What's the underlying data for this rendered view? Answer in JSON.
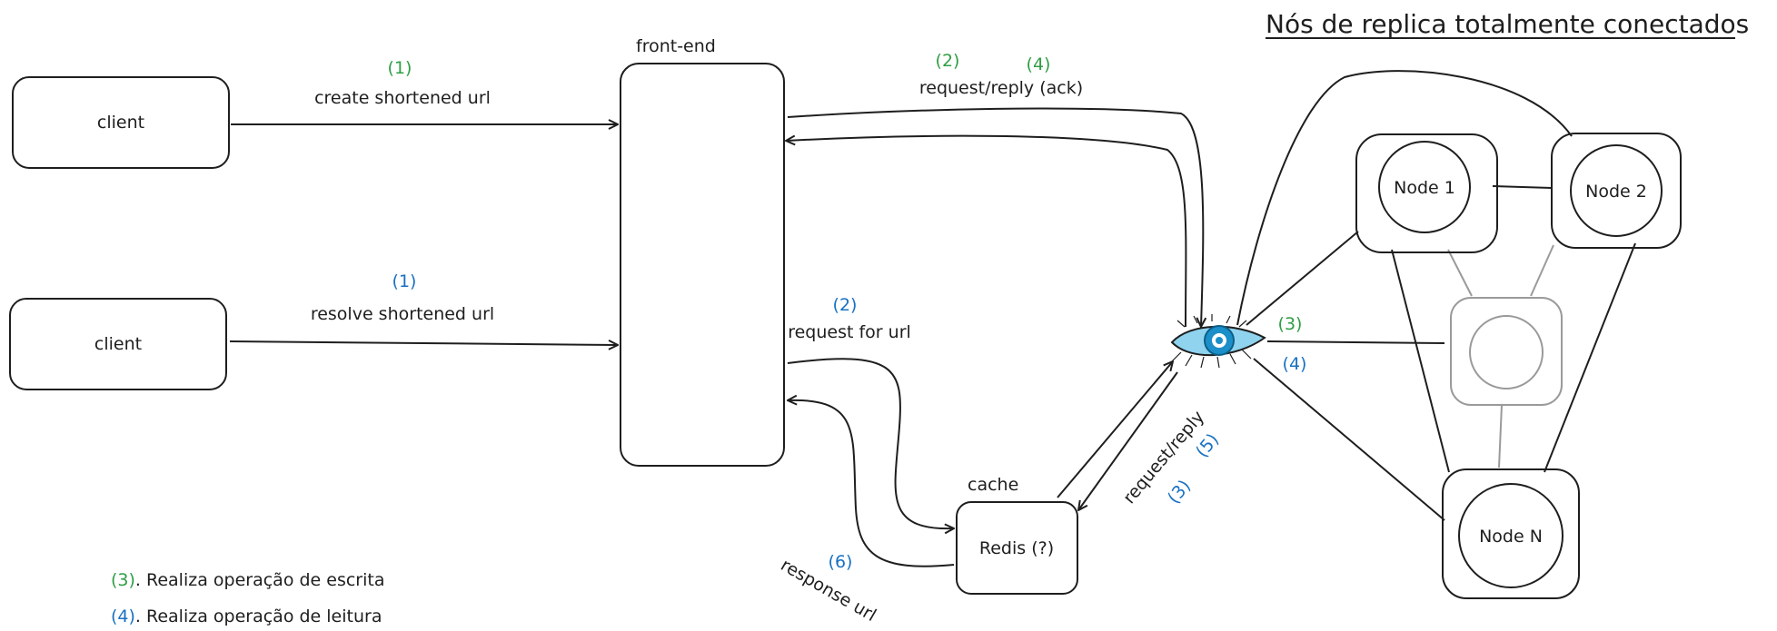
{
  "title": "Nós de replica totalmente conectados",
  "nodes": {
    "client_top": "client",
    "client_bottom": "client",
    "frontend": "front-end",
    "cache_label": "cache",
    "redis": "Redis (?)",
    "node1": "Node 1",
    "node2": "Node 2",
    "nodeN": "Node N"
  },
  "edges": {
    "create": {
      "step": "(1)",
      "label": "create shortened url"
    },
    "resolve": {
      "step": "(1)",
      "label": "resolve shortened url"
    },
    "request_reply_ack": {
      "step_a": "(2)",
      "step_b": "(4)",
      "label": "request/reply (ack)"
    },
    "request_for_url": {
      "step": "(2)",
      "label": "request for url"
    },
    "response_url": {
      "step": "(6)",
      "label": "response url"
    },
    "cache_request_reply": {
      "label": "request/reply",
      "step_a": "(5)",
      "step_b": "(3)"
    },
    "cassandra_steps": {
      "green": "(3)",
      "blue": "(4)"
    }
  },
  "legend": [
    {
      "step": "(3)",
      "text": ". Realiza operação de escrita",
      "color": "#2f9e44"
    },
    {
      "step": "(4)",
      "text": ". Realiza operação de leitura",
      "color": "#1971c2"
    }
  ],
  "colors": {
    "stroke": "#1e1e1e",
    "green": "#2f9e44",
    "blue": "#1971c2",
    "gray": "#9a9a9a",
    "eye": "#8fd3ee"
  }
}
